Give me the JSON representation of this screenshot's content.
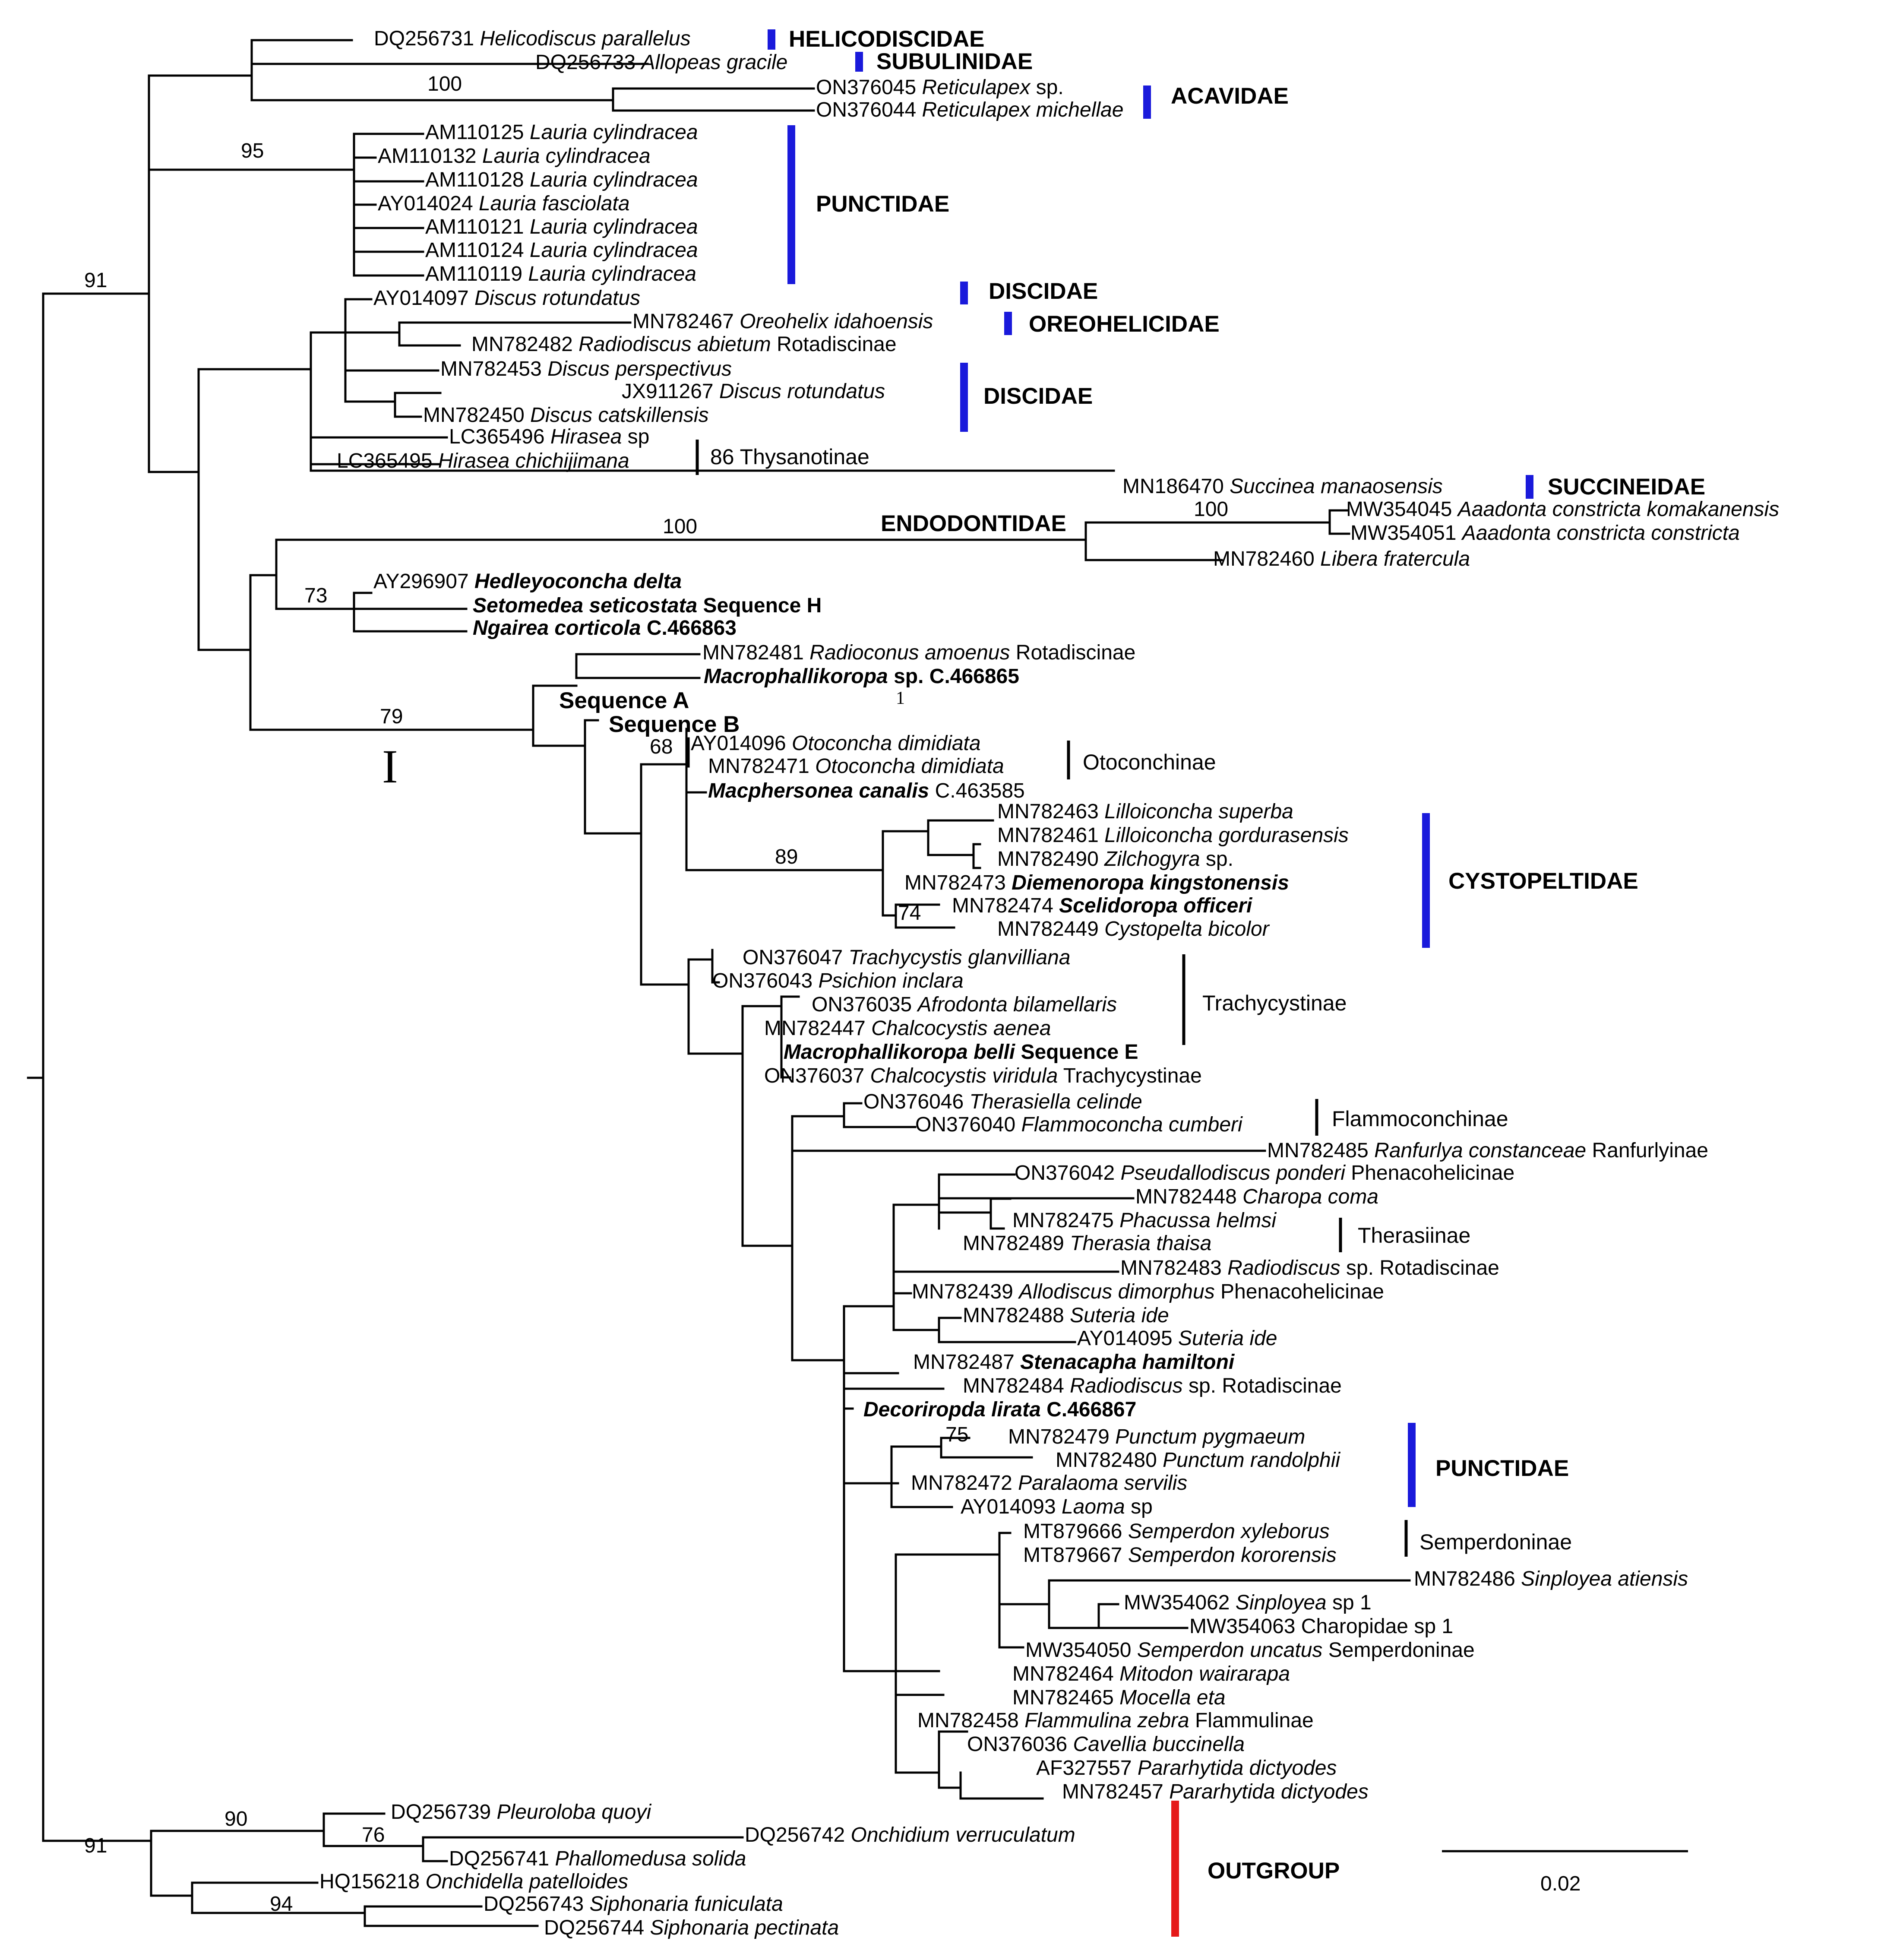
{
  "taxa": [
    {
      "id": "t1",
      "acc": "DQ256731",
      "genus": "Helicodiscus parallelus",
      "suffix": ""
    },
    {
      "id": "t2",
      "acc": "DQ256733",
      "genus": "Allopeas gracile",
      "suffix": ""
    },
    {
      "id": "t3",
      "acc": "ON376045",
      "genus": "Reticulapex",
      "suffix": " sp."
    },
    {
      "id": "t4",
      "acc": "ON376044",
      "genus": "Reticulapex michellae",
      "suffix": ""
    },
    {
      "id": "t5",
      "acc": "AM110125",
      "genus": "Lauria cylindracea",
      "suffix": ""
    },
    {
      "id": "t6",
      "acc": "AM110132",
      "genus": "Lauria cylindracea",
      "suffix": ""
    },
    {
      "id": "t7",
      "acc": "AM110128",
      "genus": "Lauria cylindracea",
      "suffix": ""
    },
    {
      "id": "t8",
      "acc": "AY014024",
      "genus": "Lauria fasciolata",
      "suffix": ""
    },
    {
      "id": "t9",
      "acc": "AM110121",
      "genus": "Lauria cylindracea",
      "suffix": ""
    },
    {
      "id": "t10",
      "acc": "AM110124",
      "genus": "Lauria cylindracea",
      "suffix": ""
    },
    {
      "id": "t11",
      "acc": "AM110119",
      "genus": "Lauria cylindracea",
      "suffix": ""
    },
    {
      "id": "t12",
      "acc": "AY014097",
      "genus": "Discus rotundatus",
      "suffix": ""
    },
    {
      "id": "t13",
      "acc": "MN782467",
      "genus": "Oreohelix idahoensis",
      "suffix": ""
    },
    {
      "id": "t14",
      "acc": "MN782482",
      "genus": "Radiodiscus abietum",
      "suffix": " Rotadiscinae"
    },
    {
      "id": "t15",
      "acc": "MN782453",
      "genus": "Discus perspectivus",
      "suffix": ""
    },
    {
      "id": "t16",
      "acc": "JX911267",
      "genus": "Discus rotundatus",
      "suffix": ""
    },
    {
      "id": "t17",
      "acc": "MN782450",
      "genus": "Discus catskillensis",
      "suffix": ""
    },
    {
      "id": "t18",
      "acc": "LC365496",
      "genus": "Hirasea",
      "suffix": " sp"
    },
    {
      "id": "t19",
      "acc": "LC365495",
      "genus": "Hirasea chichijimana",
      "suffix": ""
    },
    {
      "id": "t20",
      "acc": "MN186470",
      "genus": "Succinea manaosensis",
      "suffix": ""
    },
    {
      "id": "t21",
      "acc": "MW354045",
      "genus": "Aaadonta constricta komakanensis",
      "suffix": ""
    },
    {
      "id": "t22",
      "acc": "MW354051",
      "genus": "Aaadonta constricta constricta",
      "suffix": ""
    },
    {
      "id": "t23",
      "acc": "MN782460",
      "genus": "Libera fratercula",
      "suffix": ""
    },
    {
      "id": "t24",
      "acc": "AY296907",
      "genus": "Hedleyoconcha delta",
      "suffix": "",
      "bold": true
    },
    {
      "id": "t25",
      "acc": "",
      "genus": "Setomedea seticostata",
      "suffix": " Sequence H",
      "bold": true
    },
    {
      "id": "t26",
      "acc": "",
      "genus": "Ngairea corticola",
      "suffix": " C.466863",
      "bold": true
    },
    {
      "id": "t27",
      "acc": "MN782481",
      "genus": "Radioconus amoenus",
      "suffix": " Rotadiscinae"
    },
    {
      "id": "t28",
      "acc": "",
      "genus": "Macrophallikoropa",
      "suffix": " sp. C.466865",
      "bold": true
    },
    {
      "id": "t29",
      "acc": "AY014096",
      "genus": "Otoconcha dimidiata",
      "suffix": ""
    },
    {
      "id": "t30",
      "acc": "MN782471",
      "genus": "Otoconcha dimidiata",
      "suffix": ""
    },
    {
      "id": "t31",
      "acc": "",
      "genus": "Macphersonea canalis",
      "suffix": " C.463585",
      "bold": true,
      "suffixPlain": true
    },
    {
      "id": "t32",
      "acc": "MN782463",
      "genus": "Lilloiconcha superba",
      "suffix": ""
    },
    {
      "id": "t33",
      "acc": "MN782461",
      "genus": "Lilloiconcha gordurasensis",
      "suffix": ""
    },
    {
      "id": "t34",
      "acc": "MN782490",
      "genus": "Zilchogyra",
      "suffix": " sp."
    },
    {
      "id": "t35",
      "acc": "MN782473",
      "genus": "Diemenoropa kingstonensis",
      "suffix": "",
      "bold": true
    },
    {
      "id": "t36",
      "acc": "MN782474",
      "genus": "Scelidoropa officeri",
      "suffix": "",
      "bold": true
    },
    {
      "id": "t37",
      "acc": "MN782449",
      "genus": "Cystopelta bicolor",
      "suffix": ""
    },
    {
      "id": "t38",
      "acc": "ON376047",
      "genus": "Trachycystis glanvilliana",
      "suffix": ""
    },
    {
      "id": "t39",
      "acc": "ON376043",
      "genus": " Psichion inclara",
      "suffix": ""
    },
    {
      "id": "t40",
      "acc": "ON376035",
      "genus": "Afrodonta bilamellaris",
      "suffix": ""
    },
    {
      "id": "t41",
      "acc": "MN782447",
      "genus": "Chalcocystis aenea",
      "suffix": ""
    },
    {
      "id": "t42",
      "acc": "",
      "genus": "Macrophallikoropa belli",
      "suffix": " Sequence E",
      "bold": true
    },
    {
      "id": "t43",
      "acc": "ON376037",
      "genus": "Chalcocystis viridula",
      "suffix": " Trachycystinae"
    },
    {
      "id": "t44",
      "acc": "ON376046",
      "genus": "Therasiella celinde",
      "suffix": ""
    },
    {
      "id": "t45",
      "acc": "ON376040",
      "genus": "Flammoconcha cumberi",
      "suffix": ""
    },
    {
      "id": "t46",
      "acc": "MN782485",
      "genus": "Ranfurlya constanceae",
      "suffix": " Ranfurlyinae"
    },
    {
      "id": "t47",
      "acc": "ON376042",
      "genus": "Pseudallodiscus ponderi",
      "suffix": " Phenacohelicinae"
    },
    {
      "id": "t48",
      "acc": "MN782448",
      "genus": "Charopa coma",
      "suffix": ""
    },
    {
      "id": "t49",
      "acc": "MN782475",
      "genus": "Phacussa helmsi",
      "suffix": ""
    },
    {
      "id": "t50",
      "acc": "MN782489",
      "genus": "Therasia thaisa",
      "suffix": ""
    },
    {
      "id": "t51",
      "acc": "MN782483",
      "genus": "Radiodiscus",
      "suffix": " sp. Rotadiscinae"
    },
    {
      "id": "t52",
      "acc": "MN782439",
      "genus": "Allodiscus dimorphus",
      "suffix": " Phenacohelicinae"
    },
    {
      "id": "t53",
      "acc": "MN782488",
      "genus": "Suteria ide",
      "suffix": ""
    },
    {
      "id": "t54",
      "acc": "AY014095",
      "genus": "Suteria ide",
      "suffix": ""
    },
    {
      "id": "t55",
      "acc": "MN782487",
      "genus": "Stenacapha hamiltoni",
      "suffix": "",
      "bold": true
    },
    {
      "id": "t56",
      "acc": "MN782484",
      "genus": "Radiodiscus",
      "suffix": " sp. Rotadiscinae"
    },
    {
      "id": "t57",
      "acc": "",
      "genus": "Decoriropda lirata",
      "suffix": " C.466867",
      "bold": true
    },
    {
      "id": "t58",
      "acc": "MN782479",
      "genus": "Punctum pygmaeum",
      "suffix": ""
    },
    {
      "id": "t59",
      "acc": "MN782480",
      "genus": "Punctum randolphii",
      "suffix": ""
    },
    {
      "id": "t60",
      "acc": "MN782472",
      "genus": "Paralaoma servilis",
      "suffix": ""
    },
    {
      "id": "t61",
      "acc": "AY014093",
      "genus": "Laoma",
      "suffix": " sp"
    },
    {
      "id": "t62",
      "acc": "MT879666",
      "genus": "Semperdon xyleborus",
      "suffix": ""
    },
    {
      "id": "t63",
      "acc": "MT879667",
      "genus": "Semperdon kororensis",
      "suffix": ""
    },
    {
      "id": "t64",
      "acc": "MN782486",
      "genus": "Sinployea atiensis",
      "suffix": ""
    },
    {
      "id": "t65",
      "acc": "MW354062",
      "genus": "Sinployea",
      "suffix": " sp 1"
    },
    {
      "id": "t66",
      "acc": "MW354063",
      "genus": "",
      "suffix": "Charopidae sp 1"
    },
    {
      "id": "t67",
      "acc": "MW354050",
      "genus": "Semperdon uncatus",
      "suffix": " Semperdoninae"
    },
    {
      "id": "t68",
      "acc": "MN782464",
      "genus": "Mitodon wairarapa",
      "suffix": ""
    },
    {
      "id": "t69",
      "acc": "MN782465",
      "genus": "Mocella eta",
      "suffix": ""
    },
    {
      "id": "t70",
      "acc": "MN782458",
      "genus": "Flammulina zebra",
      "suffix": " Flammulinae"
    },
    {
      "id": "t71",
      "acc": "ON376036",
      "genus": "Cavellia buccinella",
      "suffix": ""
    },
    {
      "id": "t72",
      "acc": "AF327557",
      "genus": "Pararhytida dictyodes",
      "suffix": ""
    },
    {
      "id": "t73",
      "acc": "MN782457",
      "genus": "Pararhytida dictyodes",
      "suffix": ""
    },
    {
      "id": "t74",
      "acc": "DQ256739",
      "genus": "Pleuroloba quoyi",
      "suffix": ""
    },
    {
      "id": "t75",
      "acc": "DQ256742",
      "genus": "Onchidium verruculatum",
      "suffix": ""
    },
    {
      "id": "t76",
      "acc": "DQ256741",
      "genus": "Phallomedusa solida",
      "suffix": ""
    },
    {
      "id": "t77",
      "acc": "HQ156218",
      "genus": "Onchidella patelloides",
      "suffix": ""
    },
    {
      "id": "t78",
      "acc": "DQ256743",
      "genus": "Siphonaria funiculata",
      "suffix": ""
    },
    {
      "id": "t79",
      "acc": "DQ256744",
      "genus": "Siphonaria pectinata",
      "suffix": ""
    }
  ],
  "families": [
    {
      "id": "f1",
      "label": "HELICODISCIDAE",
      "color": "#1a1adb"
    },
    {
      "id": "f2",
      "label": "SUBULINIDAE",
      "color": "#1a1adb"
    },
    {
      "id": "f3",
      "label": "ACAVIDAE",
      "color": "#1a1adb"
    },
    {
      "id": "f4",
      "label": "PUNCTIDAE",
      "color": "#1a1adb"
    },
    {
      "id": "f5",
      "label": "DISCIDAE",
      "color": "#1a1adb"
    },
    {
      "id": "f6",
      "label": "OREOHELICIDAE",
      "color": "#1a1adb"
    },
    {
      "id": "f7",
      "label": "DISCIDAE",
      "color": "#1a1adb"
    },
    {
      "id": "f8",
      "label": "SUCCINEIDAE",
      "color": "#1a1adb"
    },
    {
      "id": "f9",
      "label": "CYSTOPELTIDAE",
      "color": "#1a1adb"
    },
    {
      "id": "f10",
      "label": "PUNCTIDAE",
      "color": "#1a1adb"
    },
    {
      "id": "f11",
      "label": "OUTGROUP",
      "color": "#e51919"
    },
    {
      "id": "f12",
      "label": "ENDODONTIDAE",
      "color": "#000000"
    }
  ],
  "subfamilies": [
    {
      "id": "g1",
      "label": "86 Thysanotinae"
    },
    {
      "id": "g2",
      "label": "Otoconchinae"
    },
    {
      "id": "g3",
      "label": "Trachycystinae"
    },
    {
      "id": "g4",
      "label": "Flammoconchinae"
    },
    {
      "id": "g5",
      "label": "Therasiinae"
    },
    {
      "id": "g6",
      "label": "Semperdoninae"
    }
  ],
  "support": [
    {
      "id": "s1",
      "value": "100"
    },
    {
      "id": "s2",
      "value": "95"
    },
    {
      "id": "s3",
      "value": "91"
    },
    {
      "id": "s4",
      "value": "100"
    },
    {
      "id": "s5",
      "value": "100"
    },
    {
      "id": "s6",
      "value": "73"
    },
    {
      "id": "s7",
      "value": "79"
    },
    {
      "id": "s8",
      "value": "68"
    },
    {
      "id": "s9",
      "value": "89"
    },
    {
      "id": "s10",
      "value": "74"
    },
    {
      "id": "s11",
      "value": "75"
    },
    {
      "id": "s12",
      "value": "90"
    },
    {
      "id": "s13",
      "value": "76"
    },
    {
      "id": "s14",
      "value": "91"
    },
    {
      "id": "s15",
      "value": "94"
    }
  ],
  "sequences": [
    {
      "id": "q1",
      "label": "Sequence A"
    },
    {
      "id": "q2",
      "label": "Sequence B"
    }
  ],
  "marks": {
    "clade_numeral": "I",
    "stray_mark": "1"
  },
  "scale": {
    "label": "0.02"
  }
}
